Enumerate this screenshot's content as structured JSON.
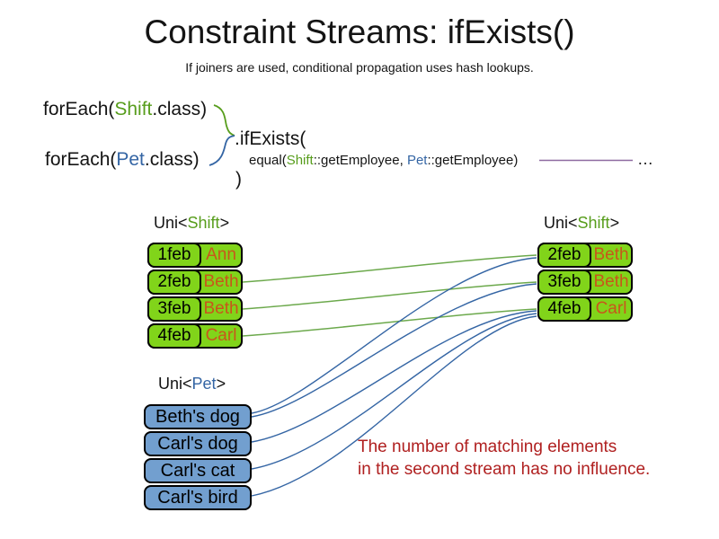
{
  "slide": {
    "title": "Constraint Streams: ifExists()",
    "subtitle": "If joiners are used, conditional propagation uses hash lookups."
  },
  "code": {
    "foreach_shift": {
      "pre": "forEach(",
      "type": "Shift",
      "post": ".class)"
    },
    "foreach_pet": {
      "pre": "forEach(",
      "type": "Pet",
      "post": ".class)"
    },
    "if_exists": ".ifExists(",
    "equal": {
      "pre": "equal(",
      "shift_type": "Shift",
      "mid": "::getEmployee, ",
      "pet_type": "Pet",
      "post": "::getEmployee)"
    },
    "ellipsis": "…",
    "close_paren": ")"
  },
  "labels": {
    "uni_shift_left": {
      "pre": "Uni<",
      "type": "Shift",
      "post": ">"
    },
    "uni_shift_right": {
      "pre": "Uni<",
      "type": "Shift",
      "post": ">"
    },
    "uni_pet": {
      "pre": "Uni<",
      "type": "Pet",
      "post": ">"
    }
  },
  "tables": {
    "left_shift": {
      "rows": [
        {
          "date": "1feb",
          "name": "Ann"
        },
        {
          "date": "2feb",
          "name": "Beth"
        },
        {
          "date": "3feb",
          "name": "Beth"
        },
        {
          "date": "4feb",
          "name": "Carl"
        }
      ]
    },
    "right_shift": {
      "rows": [
        {
          "date": "2feb",
          "name": "Beth"
        },
        {
          "date": "3feb",
          "name": "Beth"
        },
        {
          "date": "4feb",
          "name": "Carl"
        }
      ]
    },
    "pets": {
      "rows": [
        {
          "name": "Beth's dog"
        },
        {
          "name": "Carl's dog"
        },
        {
          "name": "Carl's cat"
        },
        {
          "name": "Carl's bird"
        }
      ]
    }
  },
  "annotation": {
    "line1": "The number of matching elements",
    "line2": "in the second stream has no influence."
  },
  "connections": {
    "shift_to_shift": [
      {
        "from": "2feb",
        "to": "2feb"
      },
      {
        "from": "3feb",
        "to": "3feb"
      },
      {
        "from": "4feb",
        "to": "4feb"
      }
    ],
    "pet_to_shift": [
      {
        "from": "Beth's dog",
        "to": "2feb"
      },
      {
        "from": "Beth's dog",
        "to": "3feb"
      },
      {
        "from": "Carl's dog",
        "to": "4feb"
      },
      {
        "from": "Carl's cat",
        "to": "4feb"
      },
      {
        "from": "Carl's bird",
        "to": "4feb"
      }
    ]
  },
  "colors": {
    "shift_green": "#579D1C",
    "pet_blue": "#3465A4",
    "employee_orange": "#C8571B",
    "shift_row_fill": "#81D41A",
    "pet_row_fill": "#729FCF",
    "annotation_red": "#B02020",
    "connector_green": "#6CA94C",
    "connector_blue": "#3465A4",
    "joiner_line_purple": "#8E6AA0"
  }
}
